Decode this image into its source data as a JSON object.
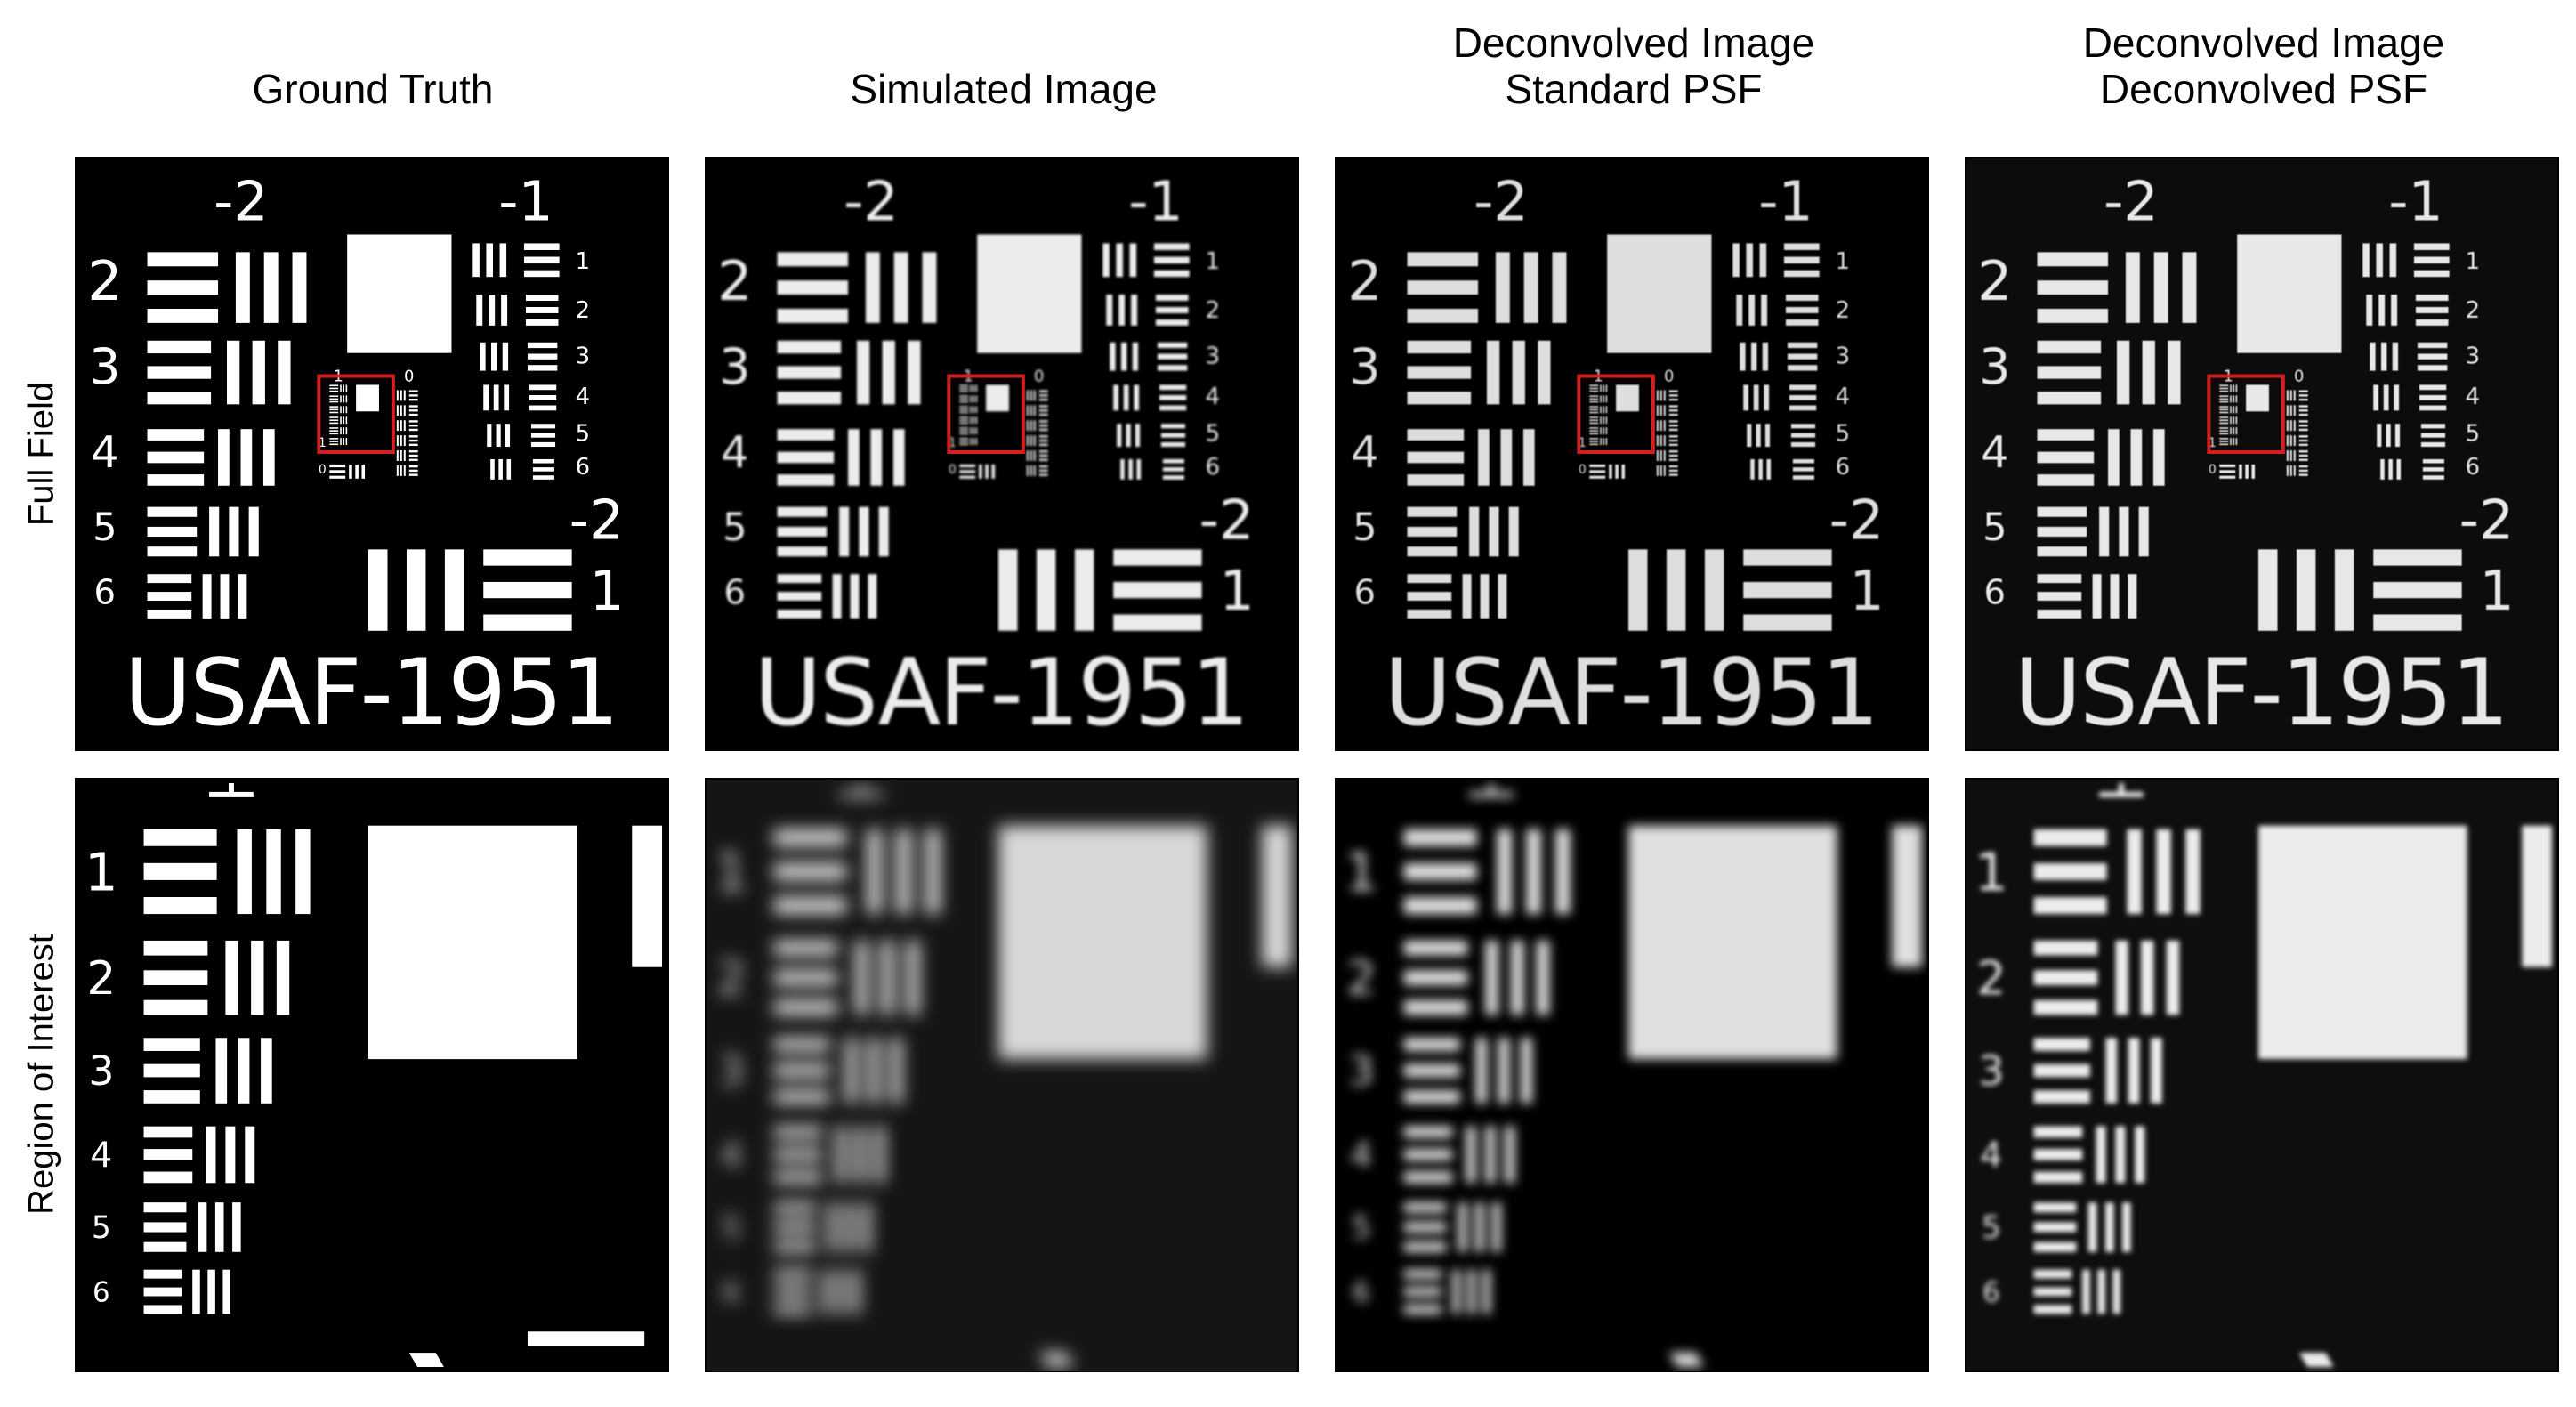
{
  "columns": [
    {
      "title": "Ground Truth"
    },
    {
      "title": "Simulated Image"
    },
    {
      "title": "Deconvolved Image\nStandard PSF"
    },
    {
      "title": "Deconvolved Image\nDeconvolved PSF"
    }
  ],
  "rows": [
    {
      "label": "Full Field"
    },
    {
      "label": "Region of Interest"
    }
  ],
  "target": {
    "name": "USAF-1951",
    "group_labels": {
      "top_left": "-2",
      "top_right": "-1",
      "mid_right": "-2",
      "inner_top_left": "1",
      "inner_top_right": "0"
    },
    "left_elements": [
      "2",
      "3",
      "4",
      "5",
      "6"
    ],
    "right_elements": [
      "1",
      "2",
      "3",
      "4",
      "5",
      "6"
    ],
    "bottom_element": "1",
    "inner_left_element": "1",
    "inner_bottom_left": "0",
    "roi_elements": [
      "1",
      "2",
      "3",
      "4",
      "5",
      "6"
    ]
  },
  "colors": {
    "roi_box": "#d42020",
    "background": "#000000",
    "foreground": "#ffffff"
  }
}
